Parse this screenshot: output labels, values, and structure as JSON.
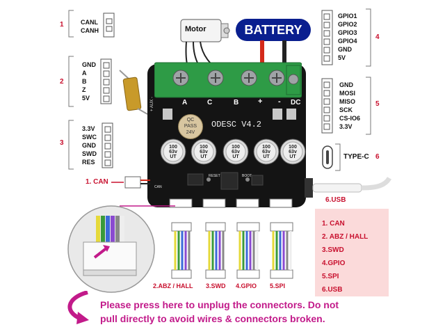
{
  "motor_label": "Motor",
  "battery_label": "BATTERY",
  "board": {
    "name": "ODESC V4.2",
    "qc": [
      "QC",
      "PASS",
      "24V"
    ],
    "capacitor_text": [
      "100",
      "63v",
      "UT"
    ],
    "terminal_labels": [
      "A",
      "C",
      "B",
      "+",
      "-",
      "DC"
    ],
    "aux_label": "+ AUX -",
    "small_labels": {
      "reset": "RESET",
      "boot": "BOOT",
      "can": "CAN"
    }
  },
  "groups": {
    "g1": {
      "number": "1",
      "pins": [
        "CANL",
        "CANH"
      ]
    },
    "g2": {
      "number": "2",
      "pins": [
        "GND",
        "A",
        "B",
        "Z",
        "5V"
      ]
    },
    "g3": {
      "number": "3",
      "pins": [
        "3.3V",
        "SWC",
        "GND",
        "SWD",
        "RES"
      ]
    },
    "g4": {
      "number": "4",
      "pins": [
        "GPIO1",
        "GPIO2",
        "GPIO3",
        "GPIO4",
        "GND",
        "5V"
      ]
    },
    "g5": {
      "number": "5",
      "pins": [
        "GND",
        "MOSI",
        "MISO",
        "SCK",
        "CS-IO6",
        "3.3V"
      ]
    },
    "g6": {
      "number": "6",
      "label": "TYPE-C"
    }
  },
  "labels": {
    "can": "1. CAN",
    "usb": "6.USB"
  },
  "cables": [
    "2.ABZ / HALL",
    "3.SWD",
    "4.GPIO",
    "5.SPI"
  ],
  "legend": [
    "1. CAN",
    "2. ABZ / HALL",
    "3.SWD",
    "4.GPIO",
    "5.SPI",
    "6.USB"
  ],
  "note": [
    "Please press here to unplug the connectors. Do not",
    "pull directly to avoid wires & connectors broken."
  ],
  "colors": {
    "accent_red": "#c8102e",
    "magenta": "#c21a8a",
    "battery_blue": "#0a1f8f",
    "board": "#141414",
    "terminal_green": "#2e9b46",
    "legend_bg": "#fbdada"
  }
}
